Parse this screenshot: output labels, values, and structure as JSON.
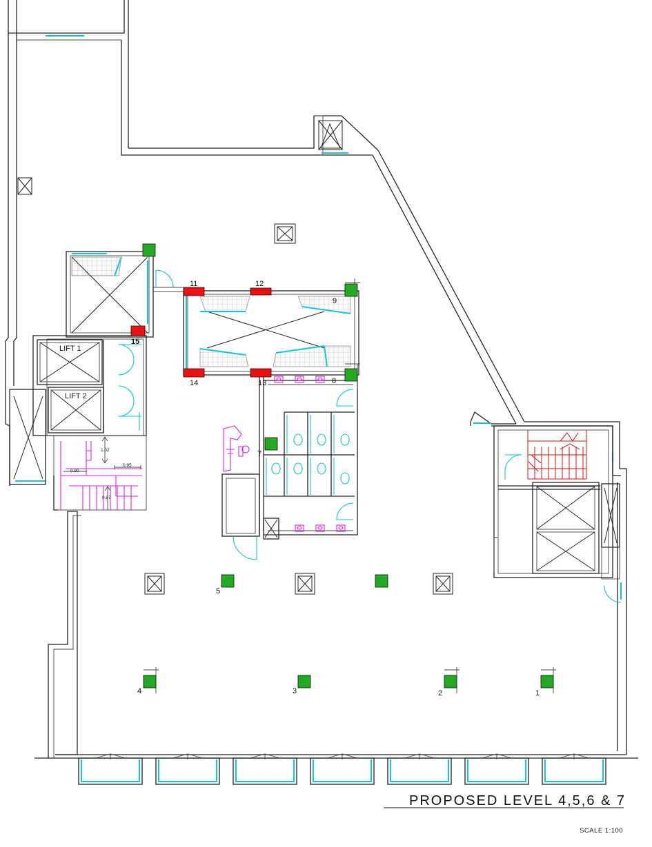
{
  "title": "PROPOSED LEVEL 4,5,6 & 7",
  "scale": "SCALE 1:100",
  "lifts": [
    "LIFT 1",
    "LIFT 2"
  ],
  "dimensions": [
    "1.02",
    "0.95",
    "0.90",
    "0.87"
  ],
  "colors": {
    "existing_marker": "#22aa22",
    "new_marker": "#ee1111",
    "glazing": "#11c6d6",
    "sanitary": "#e01fe0",
    "stair": "#c81414"
  },
  "markers": [
    {
      "id": "marker-1",
      "label": "1",
      "type": "existing"
    },
    {
      "id": "marker-2",
      "label": "2",
      "type": "existing"
    },
    {
      "id": "marker-3",
      "label": "3",
      "type": "existing"
    },
    {
      "id": "marker-4",
      "label": "4",
      "type": "existing"
    },
    {
      "id": "marker-5",
      "label": "5",
      "type": "existing"
    },
    {
      "id": "marker-6",
      "label": "",
      "type": "existing"
    },
    {
      "id": "marker-7",
      "label": "7",
      "type": "existing"
    },
    {
      "id": "marker-8",
      "label": "8",
      "type": "existing"
    },
    {
      "id": "marker-9",
      "label": "9",
      "type": "existing"
    },
    {
      "id": "marker-10",
      "label": "",
      "type": "existing"
    },
    {
      "id": "marker-11",
      "label": "11",
      "type": "new"
    },
    {
      "id": "marker-12",
      "label": "12",
      "type": "new"
    },
    {
      "id": "marker-13",
      "label": "13",
      "type": "new"
    },
    {
      "id": "marker-14",
      "label": "14",
      "type": "new"
    },
    {
      "id": "marker-15",
      "label": "15",
      "type": "new"
    }
  ]
}
